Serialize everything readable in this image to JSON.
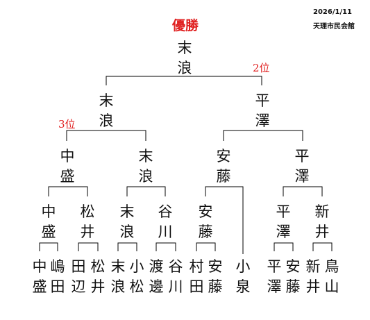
{
  "header": {
    "date": "2026/1/11",
    "venue": "天理市民会館"
  },
  "colors": {
    "champion_label": "#e02020",
    "rank_label": "#e02020",
    "text": "#111111",
    "line": "#000000"
  },
  "champion_label": "優勝",
  "second_label": "2位",
  "third_label": "3位",
  "final_winner": "末浪",
  "semifinal": [
    "末浪",
    "平澤"
  ],
  "quarterfinal": [
    "中盛",
    "末浪",
    "安藤",
    "平澤"
  ],
  "round2": [
    "中盛",
    "松井",
    "末浪",
    "谷川",
    "安藤",
    "平澤",
    "新井"
  ],
  "round1": [
    "中盛",
    "嶋田",
    "田辺",
    "松井",
    "末浪",
    "小松",
    "渡邊",
    "谷川",
    "村田",
    "安藤",
    "小泉",
    "平澤",
    "安藤",
    "新井",
    "鳥山"
  ]
}
